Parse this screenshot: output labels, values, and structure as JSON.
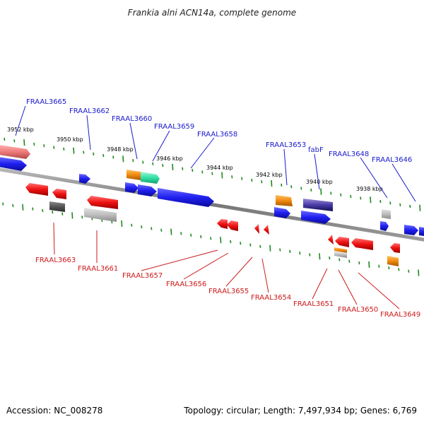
{
  "title": "Frankia alni ACN14a, complete genome",
  "footer": {
    "accession": "Accession: NC_008278",
    "summary": "Topology: circular; Length: 7,497,934 bp; Genes: 6,769"
  },
  "colors": {
    "forward_gene": "#1f1ff0",
    "reverse_gene": "#ee1111",
    "backbone": "#8a8a8a",
    "tick": "#1e8a1e",
    "top_label": "#1a1acc",
    "bottom_label": "#cc1a1a"
  },
  "scale_labels": [
    "3952 kbp",
    "3950 kbp",
    "3948 kbp",
    "3946 kbp",
    "3944 kbp",
    "3942 kbp",
    "3940 kbp",
    "3938 kbp"
  ],
  "top_genes": [
    "FRAAL3665",
    "FRAAL3662",
    "FRAAL3660",
    "FRAAL3659",
    "FRAAL3658",
    "FRAAL3653",
    "fabF",
    "FRAAL3648",
    "FRAAL3646"
  ],
  "bottom_genes": [
    "FRAAL3663",
    "FRAAL3661",
    "FRAAL3657",
    "FRAAL3656",
    "FRAAL3655",
    "FRAAL3654",
    "FRAAL3651",
    "FRAAL3650",
    "FRAAL3649"
  ]
}
